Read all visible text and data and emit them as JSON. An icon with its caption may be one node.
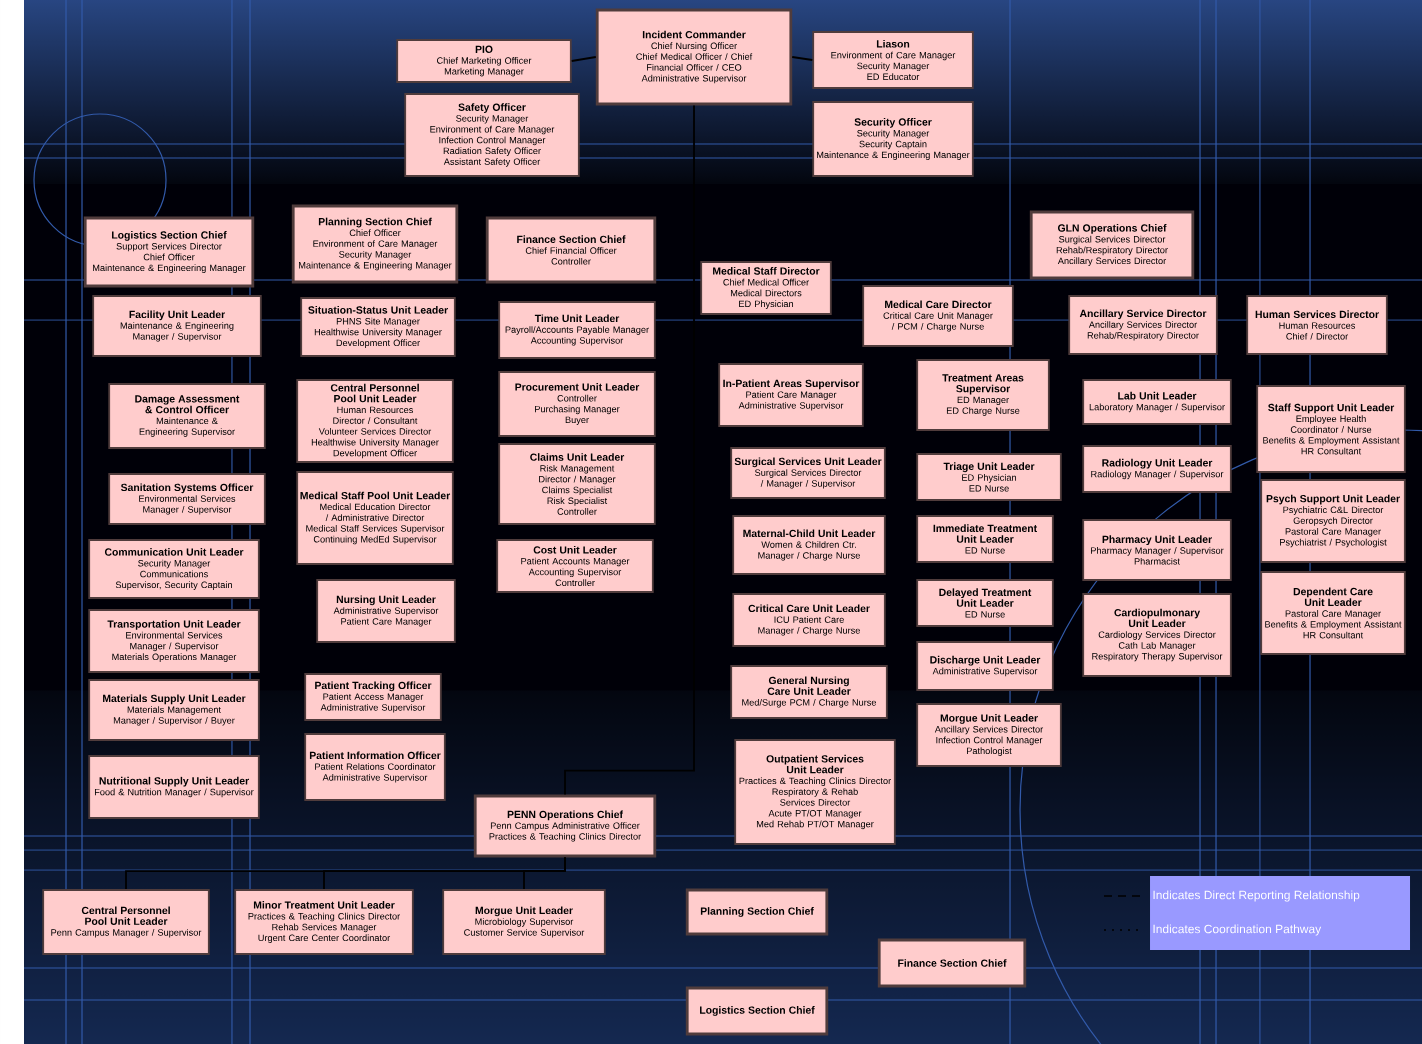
{
  "diagram": {
    "nodes": [
      {
        "text": [
          "Incident Commander",
          "Chief Nursing Officer",
          "Chief Medical Officer / Chief Financial Officer / CEO",
          "Administrative Supervisor"
        ]
      },
      {
        "text": [
          "PIO",
          "Chief Marketing Officer",
          "Marketing Manager"
        ]
      },
      {
        "text": [
          "Liason",
          "Environment of Care Manager",
          "Security Manager",
          "ED Educator"
        ]
      },
      {
        "text": [
          "Safety Officer",
          "Security Manager",
          "Environment of Care Manager",
          "Infection Control Manager",
          "Radiation Safety Officer",
          "Assistant Safety Officer"
        ]
      },
      {
        "text": [
          "Security Officer",
          "Security Manager",
          "Security Captain",
          "Maintenance & Engineering Manager"
        ]
      },
      {
        "text": [
          "Logistics Section Chief",
          "Support Services Director",
          "Chief Officer",
          "Maintenance & Engineering Manager"
        ]
      },
      {
        "text": [
          "Planning Section Chief",
          "Chief Officer",
          "Environment of Care Manager",
          "Security Manager",
          "Maintenance & Engineering Manager"
        ]
      },
      {
        "text": [
          "Finance Section Chief",
          "Chief Financial Officer",
          "Controller"
        ]
      },
      {
        "text": [
          "Medical Staff Director",
          "Chief Medical Officer",
          "Medical Directors",
          "ED Physician"
        ]
      },
      {
        "text": [
          "GLN Operations Chief",
          "Surgical Services Director",
          "Rehab/Respiratory Director",
          "Ancillary Services Director"
        ]
      },
      {
        "text": [
          "Facility Unit Leader",
          "Maintenance & Engineering Manager / Supervisor"
        ]
      },
      {
        "text": [
          "Situation-Status Unit Leader",
          "PHNS Site Manager",
          "Healthwise University Manager",
          "Development Officer"
        ]
      },
      {
        "text": [
          "Time Unit Leader",
          "Payroll/Accounts Payable Manager",
          "Accounting Supervisor"
        ]
      },
      {
        "text": [
          "Medical Care Director",
          "Critical Care Unit Manager / PCM / Charge Nurse"
        ]
      },
      {
        "text": [
          "Ancillary Service Director",
          "Ancillary Services Director",
          "Rehab/Respiratory Director"
        ]
      },
      {
        "text": [
          "Human Services Director",
          "Human Resources Chief / Director"
        ]
      },
      {
        "text": [
          "Damage Assessment & Control Officer",
          "Maintenance & Engineering Supervisor"
        ]
      },
      {
        "text": [
          "Central Personnel Pool Unit Leader",
          "Human Resources Director / Consultant",
          "Volunteer Services Director",
          "Healthwise University Manager",
          "Development Officer"
        ]
      },
      {
        "text": [
          "Procurement Unit Leader",
          "Controller",
          "Purchasing Manager",
          "Buyer"
        ]
      },
      {
        "text": [
          "In-Patient Areas Supervisor",
          "Patient Care Manager",
          "Administrative Supervisor"
        ]
      },
      {
        "text": [
          "Treatment Areas Supervisor",
          "ED Manager",
          "ED Charge Nurse"
        ]
      },
      {
        "text": [
          "Lab Unit Leader",
          "Laboratory Manager / Supervisor"
        ]
      },
      {
        "text": [
          "Staff Support Unit Leader",
          "Employee Health Coordinator / Nurse",
          "Benefits & Employment Assistant",
          "HR Consultant"
        ]
      },
      {
        "text": [
          "Sanitation Systems Officer",
          "Environmental Services Manager / Supervisor"
        ]
      },
      {
        "text": [
          "Medical Staff Pool Unit Leader",
          "Medical Education Director / Administrative Director",
          "Medical Staff Services Supervisor",
          "Continuing MedEd Supervisor"
        ]
      },
      {
        "text": [
          "Claims Unit Leader",
          "Risk Management Director / Manager",
          "Claims Specialist",
          "Risk Specialist",
          "Controller"
        ]
      },
      {
        "text": [
          "Surgical Services Unit Leader",
          "Surgical Services Director / Manager / Supervisor"
        ]
      },
      {
        "text": [
          "Triage Unit Leader",
          "ED Physician",
          "ED Nurse"
        ]
      },
      {
        "text": [
          "Radiology Unit Leader",
          "Radiology Manager / Supervisor"
        ]
      },
      {
        "text": [
          "Psych Support Unit Leader",
          "Psychiatric C&L Director",
          "Geropsych Director",
          "Pastoral Care Manager",
          "Psychiatrist / Psychologist"
        ]
      },
      {
        "text": [
          "Communication Unit Leader",
          "Security Manager",
          "Communications Supervisor, Security Captain"
        ]
      },
      {
        "text": [
          "Nursing Unit Leader",
          "Administrative Supervisor",
          "Patient Care Manager"
        ]
      },
      {
        "text": [
          "Cost Unit Leader",
          "Patient Accounts Manager",
          "Accounting Supervisor",
          "Controller"
        ]
      },
      {
        "text": [
          "Maternal-Child Unit Leader",
          "Women & Children Ctr. Manager / Charge Nurse"
        ]
      },
      {
        "text": [
          "Immediate Treatment Unit Leader",
          "ED Nurse"
        ]
      },
      {
        "text": [
          "Pharmacy Unit Leader",
          "Pharmacy Manager / Supervisor",
          "Pharmacist"
        ]
      },
      {
        "text": [
          "Transportation Unit Leader",
          "Environmental Services Manager / Supervisor",
          "Materials Operations Manager"
        ]
      },
      {
        "text": [
          "Critical Care Unit Leader",
          "ICU Patient Care Manager / Charge Nurse"
        ]
      },
      {
        "text": [
          "Delayed Treatment Unit Leader",
          "ED Nurse"
        ]
      },
      {
        "text": [
          "Cardiopulmonary Unit Leader",
          "Cardiology Services Director",
          "Cath Lab Manager",
          "Respiratory Therapy Supervisor"
        ]
      },
      {
        "text": [
          "Dependent Care Unit Leader",
          "Pastoral Care Manager",
          "Benefits & Employment Assistant",
          "HR Consultant"
        ]
      },
      {
        "text": [
          "Materials Supply Unit Leader",
          "Materials Management Manager / Supervisor / Buyer"
        ]
      },
      {
        "text": [
          "Patient Tracking Officer",
          "Patient Access Manager",
          "Administrative Supervisor"
        ]
      },
      {
        "text": [
          "General Nursing Care Unit Leader",
          "Med/Surge PCM / Charge Nurse"
        ]
      },
      {
        "text": [
          "Discharge Unit Leader",
          "Administrative Supervisor"
        ]
      },
      {
        "text": [
          "Nutritional Supply Unit Leader",
          "Food & Nutrition Manager / Supervisor"
        ]
      },
      {
        "text": [
          "Patient Information Officer",
          "Patient Relations Coordinator",
          "Administrative Supervisor"
        ]
      },
      {
        "text": [
          "Morgue Unit Leader",
          "Ancillary Services Director",
          "Infection Control Manager",
          "Pathologist"
        ]
      },
      {
        "text": [
          "Outpatient Services Unit Leader",
          "Practices & Teaching Clinics Director",
          "Respiratory & Rehab Services Director",
          "Acute PT/OT Manager",
          "Med Rehab PT/OT Manager"
        ]
      },
      {
        "text": [
          "PENN Operations Chief",
          "Penn Campus Administrative Officer",
          "Practices & Teaching Clinics Director"
        ]
      },
      {
        "text": [
          "Central Personnel Pool Unit Leader",
          "Penn Campus Manager / Supervisor"
        ]
      },
      {
        "text": [
          "Minor Treatment Unit Leader",
          "Practices & Teaching Clinics Director",
          "Rehab Services Manager",
          "Urgent Care Center Coordinator"
        ]
      },
      {
        "text": [
          "Morgue Unit Leader",
          "Microbiology Supervisor",
          "Customer Service Supervisor"
        ]
      },
      {
        "text": [
          "Planning Section Chief"
        ]
      },
      {
        "text": [
          "Finance Section Chief"
        ]
      },
      {
        "text": [
          "Logistics Section Chief"
        ]
      }
    ],
    "edges": [
      {
        "from": 0,
        "to": 1,
        "arrow": "none"
      },
      {
        "from": 0,
        "to": 2,
        "arrow": "none"
      },
      {
        "from": 0,
        "to": 49,
        "arrow": "none"
      },
      {
        "from": 49,
        "to": 50,
        "arrow": "none"
      },
      {
        "from": 49,
        "to": 51,
        "arrow": "none"
      },
      {
        "from": 49,
        "to": 52,
        "arrow": "none"
      }
    ],
    "legend": [
      {
        "text": "Indicates Direct Reporting Relationship"
      },
      {
        "text": "Indicates Coordination Pathway"
      }
    ]
  }
}
